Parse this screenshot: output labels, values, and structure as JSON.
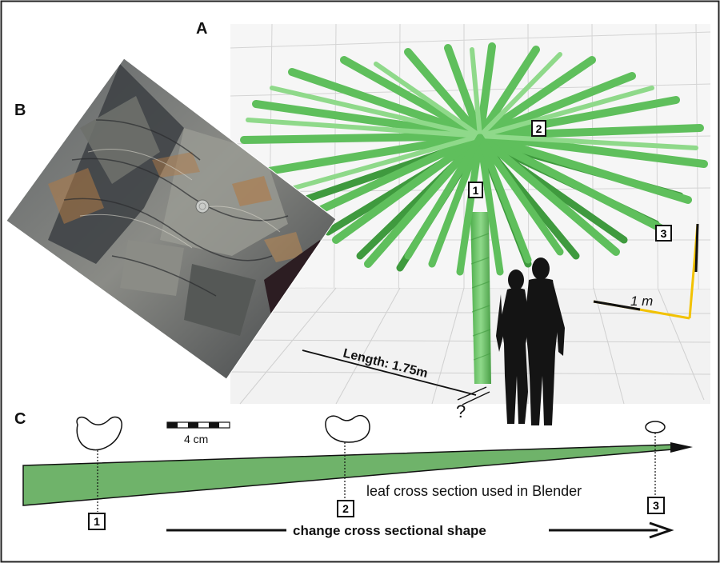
{
  "panels": {
    "a_label": "A",
    "b_label": "B",
    "c_label": "C"
  },
  "markers": [
    "1",
    "2",
    "3"
  ],
  "annotations": {
    "length": "Length: 1.75m",
    "unknown": "?",
    "scale_a": "1 m",
    "scale_c": "4 cm",
    "cross_section_note": "leaf cross section used in Blender",
    "shape_change": "change cross sectional shape"
  },
  "colors": {
    "leaf_green": "#5fbf5c",
    "leaf_green_dark": "#3f9a3e",
    "leaf_green_light": "#8fd98a",
    "wedge_fill": "#6fb36a",
    "scale_yellow": "#f2c200",
    "silhouette": "#141414",
    "rock_dark": "#4a4d50",
    "rock_mid": "#7a7c78",
    "rock_rust": "#b07a45"
  }
}
